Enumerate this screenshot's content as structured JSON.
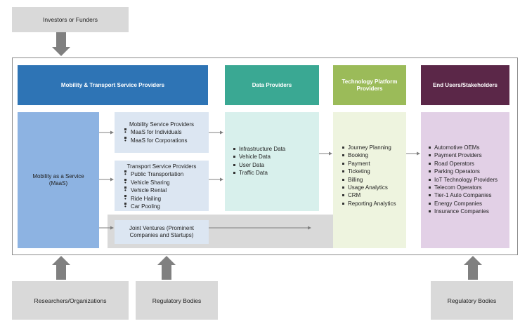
{
  "top_inputs": {
    "investors": "Investors or Funders"
  },
  "bottom_inputs": {
    "researchers": "Researchers/Organizations",
    "regulatory_left": "Regulatory Bodies",
    "regulatory_right": "Regulatory Bodies"
  },
  "headers": {
    "mobility": "Mobility & Transport Service Providers",
    "data": "Data Providers",
    "tech": "Technology Platform Providers",
    "end_users": "End Users/Stakeholders"
  },
  "maas": "Mobility as a Service (MaaS)",
  "mobility_service": {
    "title": "Mobility Service Providers",
    "items": [
      "MaaS for Individuals",
      "MaaS for Corporations"
    ]
  },
  "transport_service": {
    "title": "Transport Service Providers",
    "items": [
      "Public Transportation",
      "Vehicle Sharing",
      "Vehicle Rental",
      "Ride Hailing",
      "Car Pooling"
    ]
  },
  "joint_ventures": "Joint Ventures (Prominent Companies and Startups)",
  "data_items": [
    "Infrastructure Data",
    "Vehicle Data",
    "User Data",
    "Traffic Data"
  ],
  "tech_items": [
    "Journey Planning",
    "Booking",
    "Payment",
    "Ticketing",
    "Billing",
    "Usage Analytics",
    "CRM",
    "Reporting Analytics"
  ],
  "end_user_items": [
    "Automotive OEMs",
    "Payment Providers",
    "Road Operators",
    "Parking Operators",
    "IoT Technology Providers",
    "Telecom Operators",
    "Tier-1 Auto Companies",
    "Energy Companies",
    "Insurance Companies"
  ],
  "colors": {
    "mobility_header": "#2e74b5",
    "data_header": "#3aa893",
    "tech_header": "#9bbb59",
    "end_header": "#5b2748",
    "maas_fill": "#8db3e2",
    "sub_fill": "#dce6f2",
    "data_fill": "#d8f0ec",
    "tech_fill": "#eef4df",
    "end_fill": "#e2d0e6",
    "grey": "#d9d9d9",
    "arrow": "#808080"
  }
}
